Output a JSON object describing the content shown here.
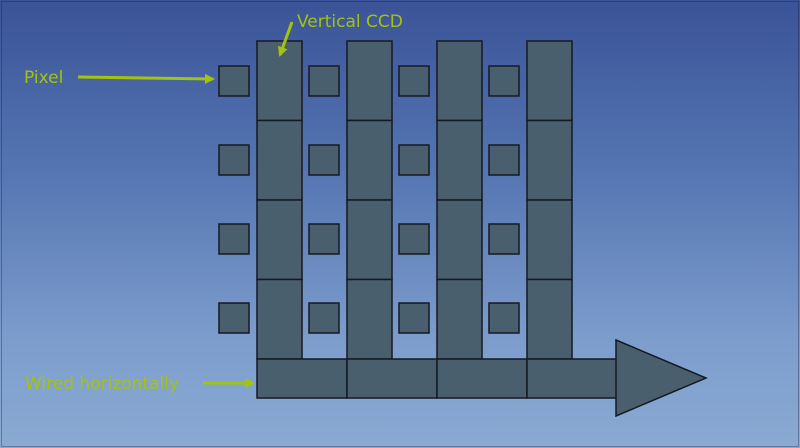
{
  "labels": {
    "vertical_ccd": "Vertical CCD",
    "pixel": "Pixel",
    "horizontal": "Wired horizontally"
  },
  "colors": {
    "label": "#a3c40a",
    "cell_fill": "#4a5f6e",
    "cell_stroke": "#141a22"
  },
  "grid": {
    "pixel_rows": 4,
    "pixel_columns": 4,
    "vertical_ccd_columns": 4,
    "vertical_ccd_segments": 4,
    "horizontal_register_segments": 4
  }
}
